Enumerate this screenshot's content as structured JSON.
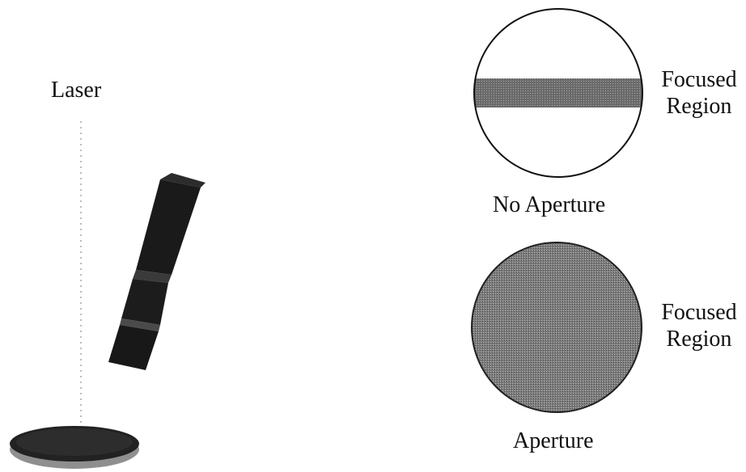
{
  "labels": {
    "laser": "Laser",
    "no_aperture": "No Aperture",
    "aperture": "Aperture",
    "focused_region_top": [
      "Focused",
      "Region"
    ],
    "focused_region_bottom": [
      "Focused",
      "Region"
    ]
  },
  "colors": {
    "ink": "#111111",
    "laser_body": "#1a1a1a",
    "dotted_beam": "#bdbdbd",
    "focused_band": "#6e6e6e",
    "aperture_disc": "#7a7a7a",
    "sample_disc": "#2a2a2a"
  }
}
